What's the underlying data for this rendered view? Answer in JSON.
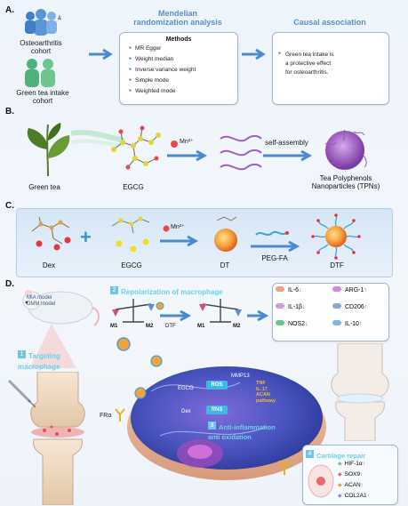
{
  "panels": {
    "a": {
      "letter": "A.",
      "cohort1": "Osteoarthritis\ncohort",
      "cohort2": "Green tea intake\ncohort",
      "mr_header": "Mendelian\nrandomization analysis",
      "methods_title": "Methods",
      "methods": [
        "MR Egger",
        "Weight median",
        "Inverse variance weight",
        "Simple mode",
        "Weighted mode"
      ],
      "causal_header": "Causal association",
      "causal_text": "Green tea intake is\na protective effect\nfor osteoarthritis.",
      "icon_letter": "&"
    },
    "b": {
      "letter": "B.",
      "green_tea": "Green tea",
      "egcg": "EGCG",
      "mn": "Mn²⁺",
      "self_assembly": "self-assembly",
      "product": "Tea Polyphenols\nNanoparticles (TPNs)"
    },
    "c": {
      "letter": "C.",
      "dex": "Dex",
      "egcg": "EGCG",
      "mn": "Mn²⁺",
      "dt": "DT",
      "peg": "PEG-FA",
      "dtf": "DTF"
    },
    "d": {
      "letter": "D.",
      "mouse_label": "MIA model\nDMM model",
      "step1": "Targeting\nmacrophage",
      "step2": "Repolarization of macrophage",
      "m1": "M1",
      "m2": "M2",
      "dtf": "DTF",
      "fra": "FRα",
      "egcg": "EGCG",
      "dex": "Dex",
      "ros": "ROS",
      "rns": "RNS",
      "mmp": "MMP13",
      "pathway": "TNF\nIL-17\nACAN\npathway",
      "step3": "Anti-inflammation\nanti oxidation",
      "step4": "Cartilage repair",
      "badge2": "2",
      "badge1": "1",
      "badge3": "3",
      "badge4": "4",
      "markers": [
        {
          "name": "IL-6",
          "dir": "↓"
        },
        {
          "name": "ARG-1",
          "dir": "↑"
        },
        {
          "name": "IL-1β",
          "dir": "↓"
        },
        {
          "name": "CD206",
          "dir": "↑"
        },
        {
          "name": "NOS2",
          "dir": "↓"
        },
        {
          "name": "IL-10",
          "dir": "↑"
        }
      ],
      "repair": [
        {
          "name": "HIF-1α",
          "dir": "↑"
        },
        {
          "name": "SOX9",
          "dir": "↑"
        },
        {
          "name": "ACAN",
          "dir": "↑"
        },
        {
          "name": "COL2A1",
          "dir": "↑"
        }
      ]
    }
  },
  "colors": {
    "accent": "#5b8fc7",
    "cyan": "#6ad0e8",
    "up": "#d23a3a",
    "down": "#2f7fd0"
  }
}
